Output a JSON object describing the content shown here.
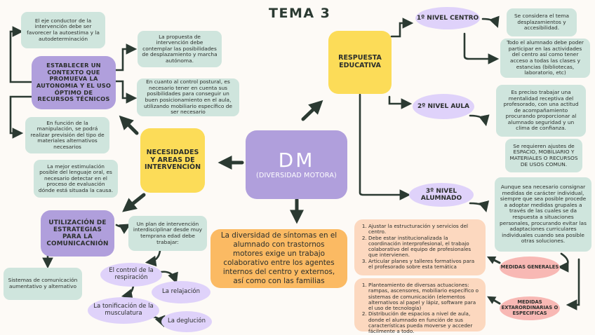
{
  "title": "TEMA 3",
  "center": {
    "title": "DM",
    "subtitle": "(DIVERSIDAD MOTORA)"
  },
  "left": {
    "main": "NECESIDADES Y AREAS DE INTERVENCIÓN",
    "autonomy": {
      "title": "ESTABLECER UN CONTEXTO QUE PROMUEVA LA AUTONOMIA Y EL USO ÓPTIMO DE RECURSOS TÉCNICOS",
      "notes": [
        "El eje conductor de la intervención debe ser favorecer la autoestima y la autodeterminación",
        "La propuesta de intervención debe contemplar las posibilidades de desplazamiento y marcha autónoma.",
        "En cuanto al control postural, es necesario tener en cuenta sus posibilidades para conseguir un buen posicionamiento en el aula, utilizando mobiliario específico de ser necesario",
        "En función de la manipulación, se podrá realizar previsión del tipo de materiales alternativos necesarios"
      ]
    },
    "language_note": "La mejor estimulación posible del lenguaje oral, es necesario detectar en el proceso de evaluación dónde está situada la causa.",
    "communication": {
      "title": "UTILIZACIÓN DE ESTRATEGIAS PARA LA COMUNICACNIÓN",
      "systems": "Sistemas de comunicación aumentativo y alternativo",
      "plan": "Un plan de intervención interdisciplinar desde muy temprana edad debe trabajar:",
      "items": [
        "El control de la respiración",
        "La relajación",
        "La tonificación de la musculatura",
        "La deglución"
      ]
    }
  },
  "bottom": "La diversidad de síntomas en el alumnado con trastornos motores exige un trabajo colaborativo entre los agentes internos del centro y externos, así como con las familias",
  "right": {
    "main": "RESPUESTA EDUCATIVA",
    "levels": [
      {
        "label": "1º NIVEL CENTRO",
        "notes": [
          "Se considera el tema desplazamientos y accesibilidad.",
          "Todo el alumnado debe poder participar en las actividades del centro así como tener acceso a todas las clases y estancias (bibliotecas, laboratorio, etc)"
        ]
      },
      {
        "label": "2º NIVEL AULA",
        "notes": [
          "Es preciso trabajar una mentalidad receptiva del profesorado, con una actitud de acompañamiento procurando proporcionar al alumnado seguridad y un clima de confianza.",
          "Se requieren ajustes de ESPACIO, MOBILIARIO Y MATERIALES O RECURSOS DE USOS COMUN."
        ]
      },
      {
        "label": "3º NIVEL ALUMNADO",
        "notes": [
          "Aunque sea necesario consignar medidas de carácter individual, siempre que sea posible procede a adoptar medidas grupales a través de las cuales se da respuesta a situaciones personales, procurando evitar las adaptaciones curriculares individuales cuando sea posible otras soluciones."
        ]
      }
    ],
    "general": {
      "label": "MEDIDAS GENERALES",
      "items": [
        "Ajustar la estructuración y servicios del centro.",
        "Debe estar institucionalizada la coordinación interprofesional, el trabajo colaborativo del equipo de profesionales que intervienen.",
        "Articular planes y talleres formativos para el profesorado sobre esta temática"
      ]
    },
    "specific": {
      "label": "MEDIDAS EXTARORDINARIAS O ESPECIFICAS",
      "items": [
        "Planteamiento de diversas actuaciones: rampas, ascensores, mobiliario específico o sistemas de comunicación (elementos alternativos al papel y lápiz, software para el uso de tecnología)",
        "Distribución de espacios a nivel de aula, donde el alumnado en función de sus características pueda moverse y acceder fácilmente a todo."
      ]
    }
  },
  "colors": {
    "mint": "#cfe5dd",
    "purple": "#b09fdc",
    "yellow": "#fcdc58",
    "orange": "#fbba63",
    "peach": "#fcd8bf",
    "lavender": "#dfd2fa",
    "pink": "#f8b8b4",
    "arrow": "#2b3a32"
  }
}
